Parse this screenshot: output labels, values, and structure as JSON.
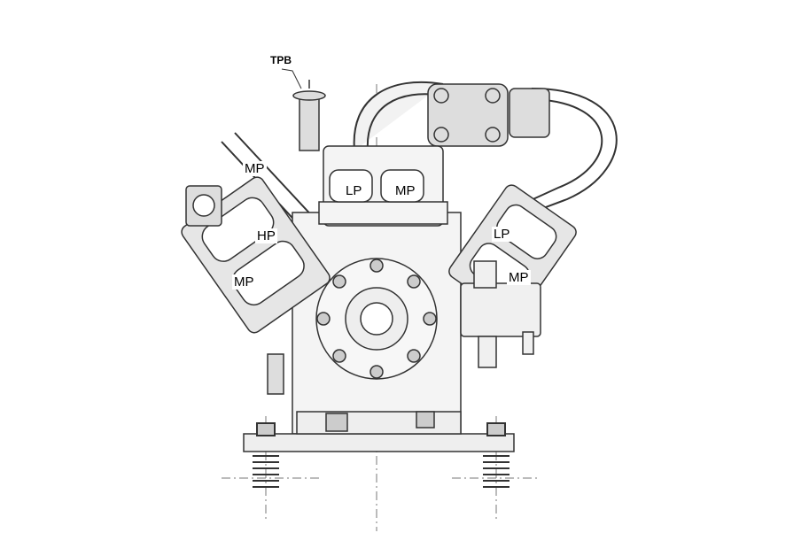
{
  "diagram": {
    "subject": "compressor",
    "labels": {
      "tpb": "TPB",
      "mp_pipe": "MP",
      "lp_top": "LP",
      "mp_top": "MP",
      "hp_left": "HP",
      "mp_left": "MP",
      "lp_right": "LP",
      "mp_right": "MP"
    },
    "colors": {
      "line": "#333333",
      "fill": "#e8e8e8",
      "shade": "#bdbdbd"
    }
  }
}
